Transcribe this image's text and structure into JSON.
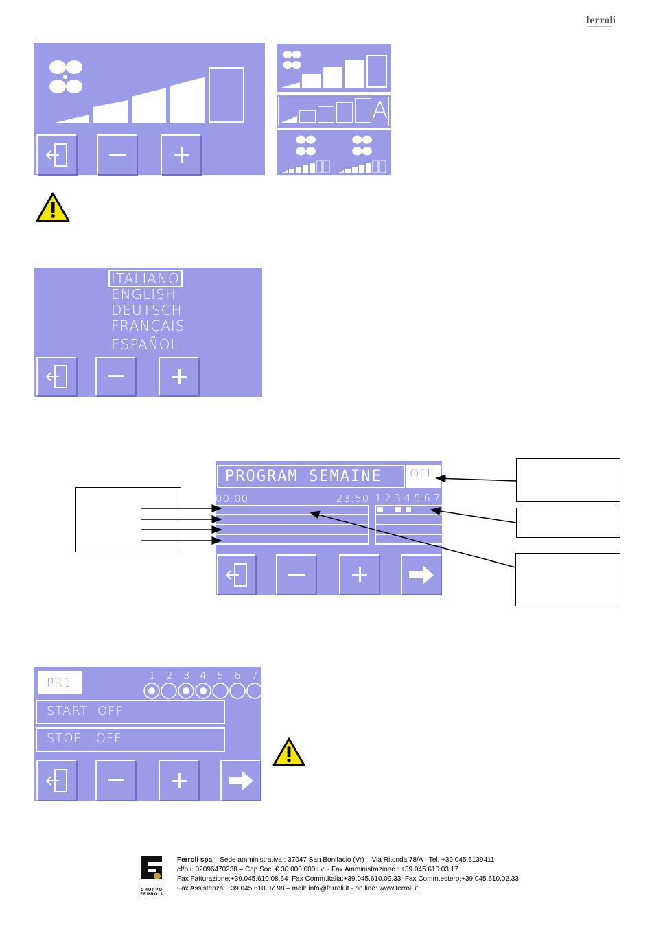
{
  "brand": {
    "logo_text": "ferroli"
  },
  "fan_screen": {
    "buttons": [
      "back",
      "minus",
      "plus"
    ],
    "auto_label": "A"
  },
  "language_screen": {
    "languages": [
      "ITALIANO",
      "ENGLISH",
      "DEUTSCH",
      "FRANÇAIS",
      "ESPAÑOL"
    ],
    "selected": "ITALIANO"
  },
  "program_screen": {
    "title": "PROGRAM SEMAINE",
    "status": "OFF",
    "time_start": "00:00",
    "time_end": "23:50",
    "days": "1 2 3 4 5 6 7"
  },
  "pr_screen": {
    "program": "PR1",
    "days": [
      "1",
      "2",
      "3",
      "4",
      "5",
      "6",
      "7"
    ],
    "selected_days": [
      1,
      3,
      4
    ],
    "start": "START  OFF",
    "stop": "STOP   OFF"
  },
  "footer": {
    "group_label": "GRUPPO FERROLI",
    "line1_bold": "Ferroli spa",
    "line1": " – Sede amministrativa : 37047 San Bonifacio (Vr) – Via Ritonda 78/A  - Tel. +39.045.6139411",
    "line2": "cf/p.i. 02096470238  –  Cap.Soc. € 30.000.000 i.v. - Fax Amministrazione : +39.045.610.03.17",
    "line3": "Fax Fatturazione:+39.045.610.08.64–Fax Comm.Italia:+39.045.610.09.33–Fax Comm.estero:+39.045.610.02.33",
    "line4": "Fax Assistenza:   +39.045.610.07.98 – mail: info@ferroli.it  - on line: www.ferroli.it"
  }
}
